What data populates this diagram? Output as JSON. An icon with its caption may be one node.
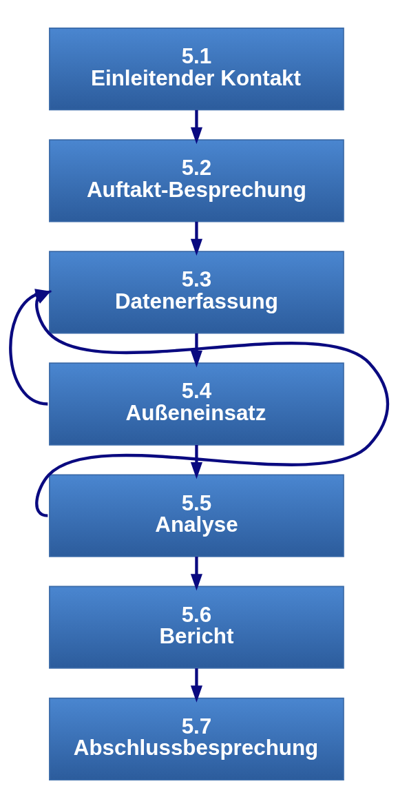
{
  "diagram": {
    "nodes": [
      {
        "text": [
          "5.1",
          "Einleitender Kontakt"
        ]
      },
      {
        "text": [
          "5.2",
          "Auftakt-Besprechung"
        ]
      },
      {
        "text": [
          "5.3",
          "Datenerfassung"
        ]
      },
      {
        "text": [
          "5.4",
          "Außeneinsatz"
        ]
      },
      {
        "text": [
          "5.5",
          "Analyse"
        ]
      },
      {
        "text": [
          "5.6",
          "Bericht"
        ]
      },
      {
        "text": [
          "5.7",
          "Abschlussbesprechung"
        ]
      }
    ],
    "edges": [
      {
        "from": 0,
        "to": 1,
        "arrow": "to"
      },
      {
        "from": 1,
        "to": 2,
        "arrow": "to"
      },
      {
        "from": 2,
        "to": 3,
        "arrow": "to"
      },
      {
        "from": 3,
        "to": 4,
        "arrow": "to"
      },
      {
        "from": 4,
        "to": 5,
        "arrow": "to"
      },
      {
        "from": 5,
        "to": 6,
        "arrow": "to"
      },
      {
        "from": 3,
        "to": 2,
        "arrow": "to"
      },
      {
        "from": 4,
        "to": 2,
        "arrow": "to"
      }
    ]
  }
}
